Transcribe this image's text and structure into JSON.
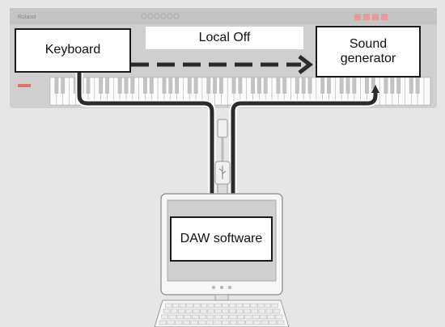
{
  "labels": {
    "keyboard": "Keyboard",
    "sound_generator": "Sound\ngenerator",
    "local_off": "Local Off",
    "daw_software": "DAW software"
  },
  "colors": {
    "background": "#e6e6e6",
    "instrument_body": "#cfcfcf",
    "arrow": "#2b2b2b",
    "box_fill": "#ffffff"
  },
  "icons": {
    "brand_logo": "Roland",
    "usb_symbol": "usb-icon"
  }
}
